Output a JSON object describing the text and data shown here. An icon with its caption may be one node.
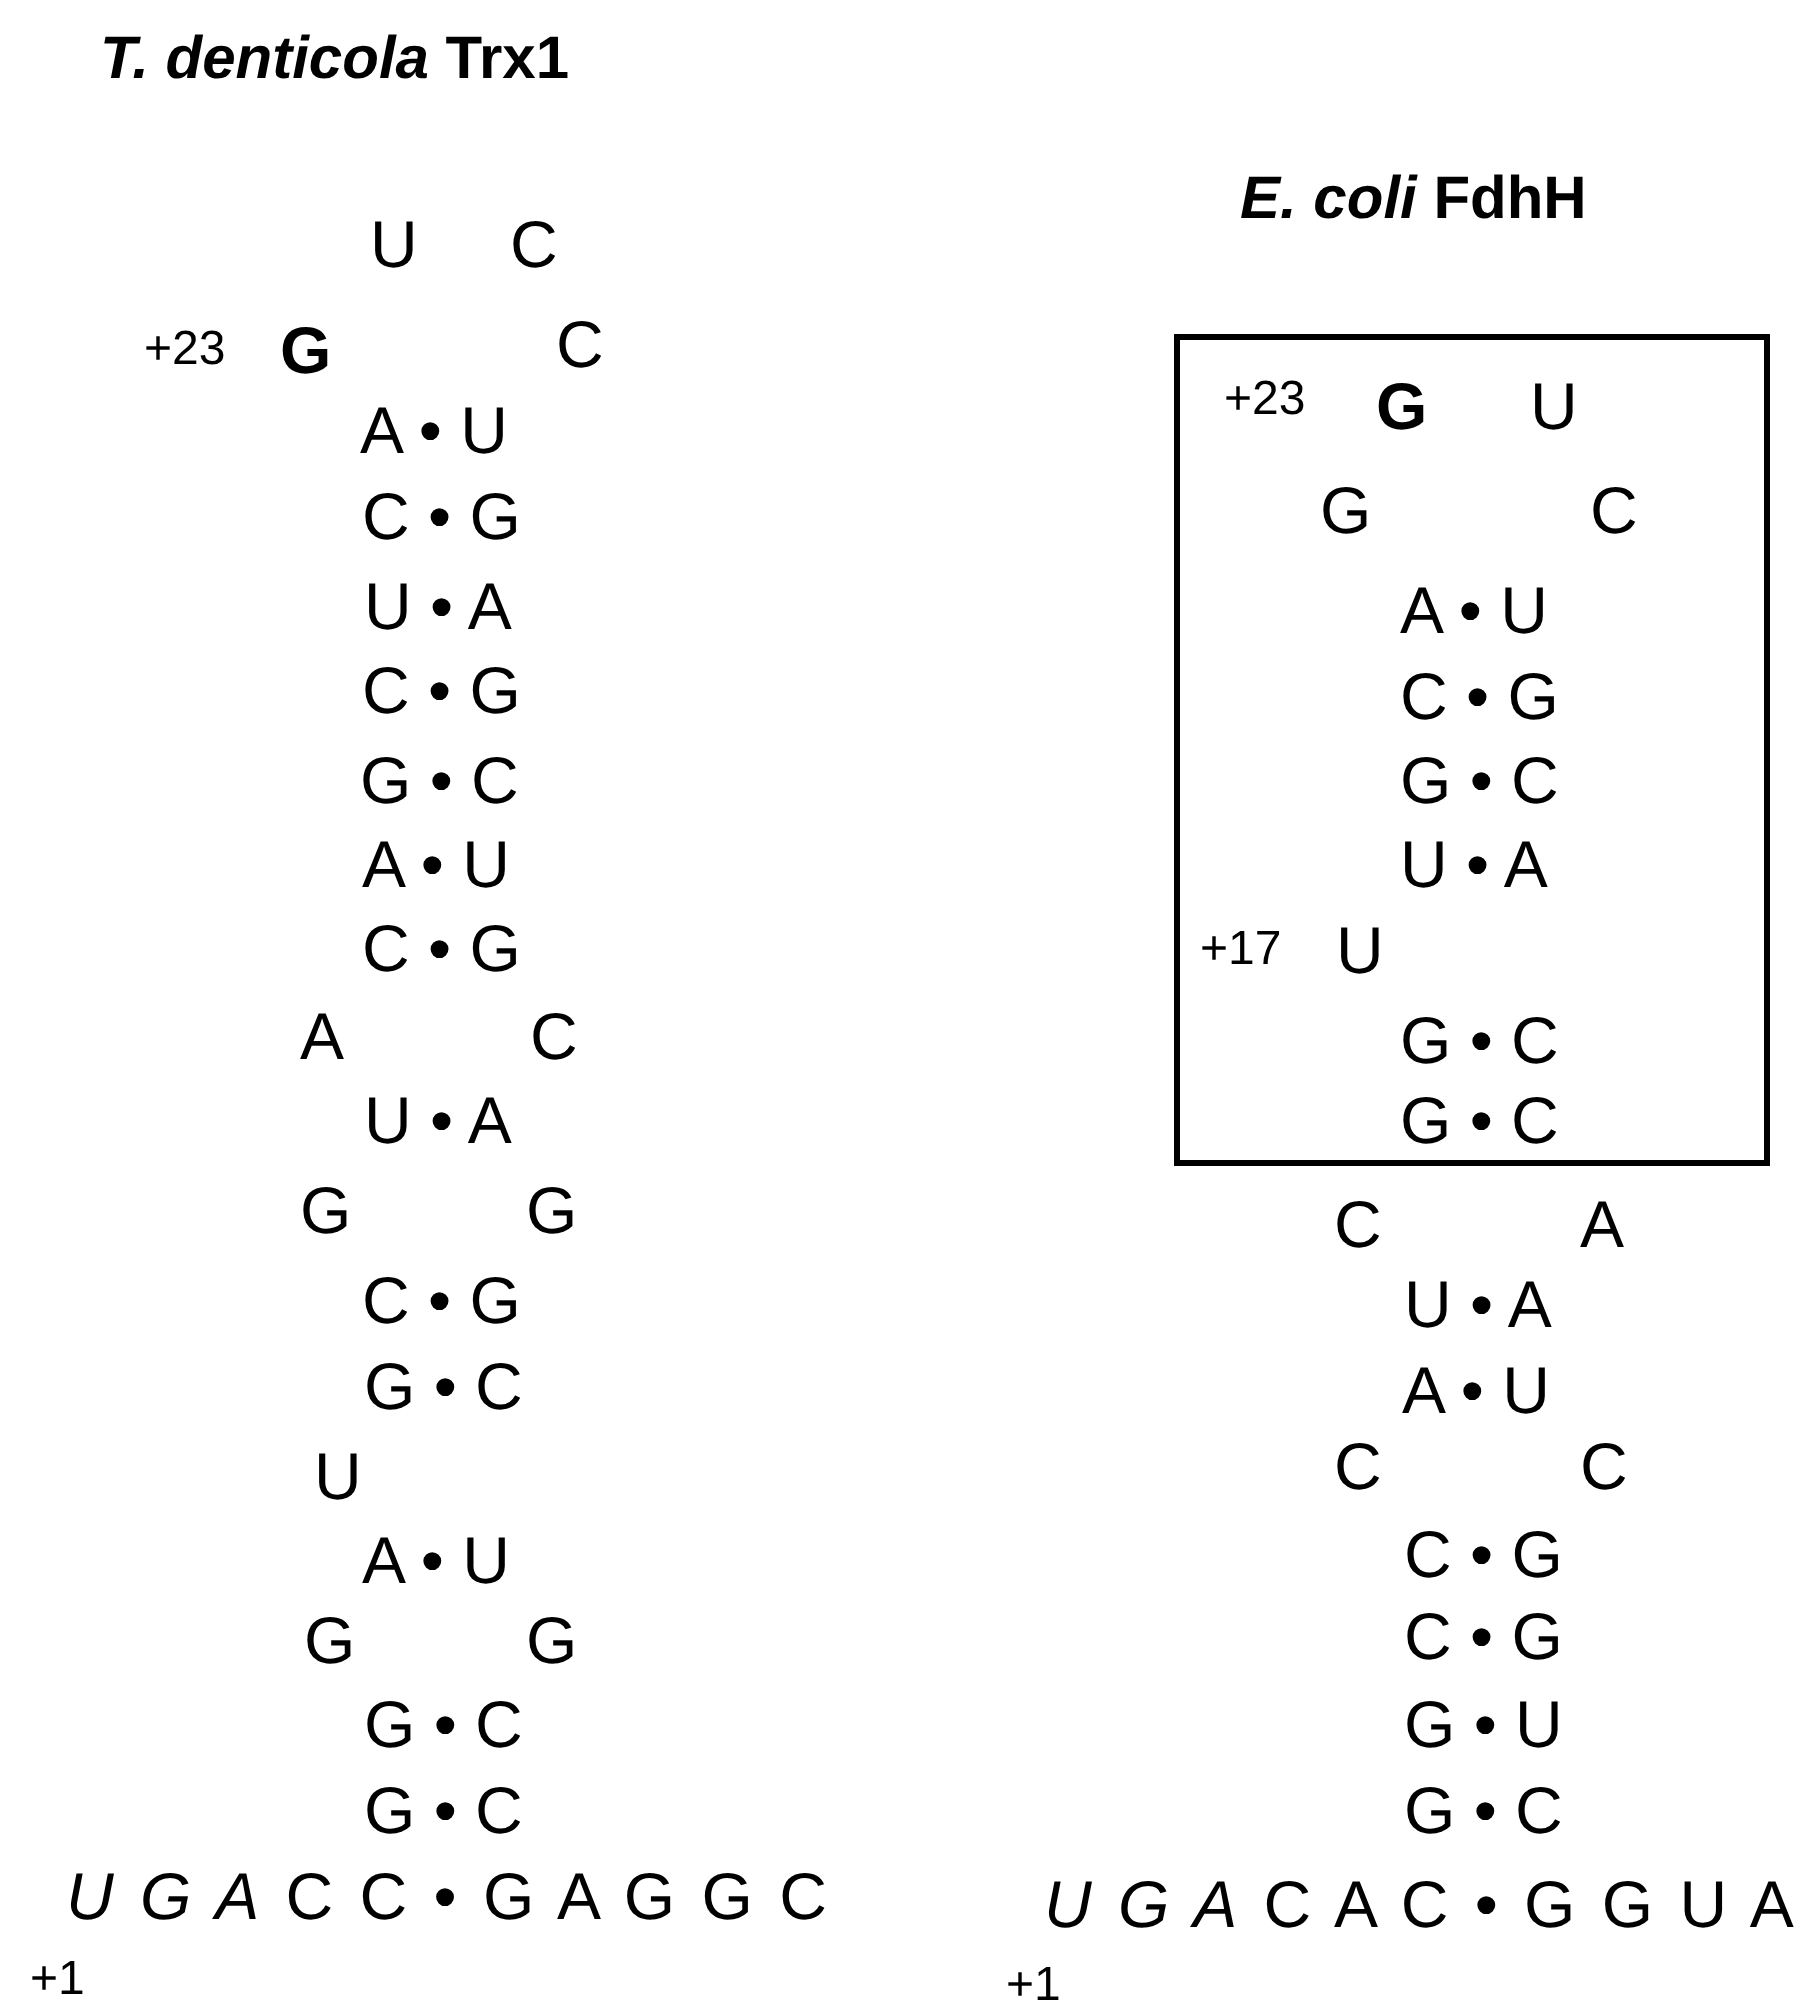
{
  "diagram": {
    "nodes": [
      {
        "text": [
          "+23",
          "G",
          "U",
          "G",
          "C",
          "A • U",
          "C • G",
          "G • C",
          "U • A",
          "+17",
          "U",
          "G • C",
          "G • C"
        ]
      }
    ],
    "labels": [
      "*T. denticola* Trx1",
      "U",
      "C",
      "+23",
      "G",
      "C",
      "A • U",
      "C • G",
      "U • A",
      "C • G",
      "G • C",
      "A • U",
      "C • G",
      "A",
      "C",
      "U • A",
      "G",
      "G",
      "C • G",
      "G • C",
      "U",
      "A • U",
      "G",
      "G",
      "G • C",
      "G • C",
      "*U G A* C C • G A G G C",
      "+1",
      "*E. coli* FdhH",
      "C",
      "A",
      "U • A",
      "A • U",
      "C",
      "C",
      "C • G",
      "C • G",
      "G • U",
      "G • C",
      "*U G A* C A C • G G U A",
      "+1"
    ]
  }
}
